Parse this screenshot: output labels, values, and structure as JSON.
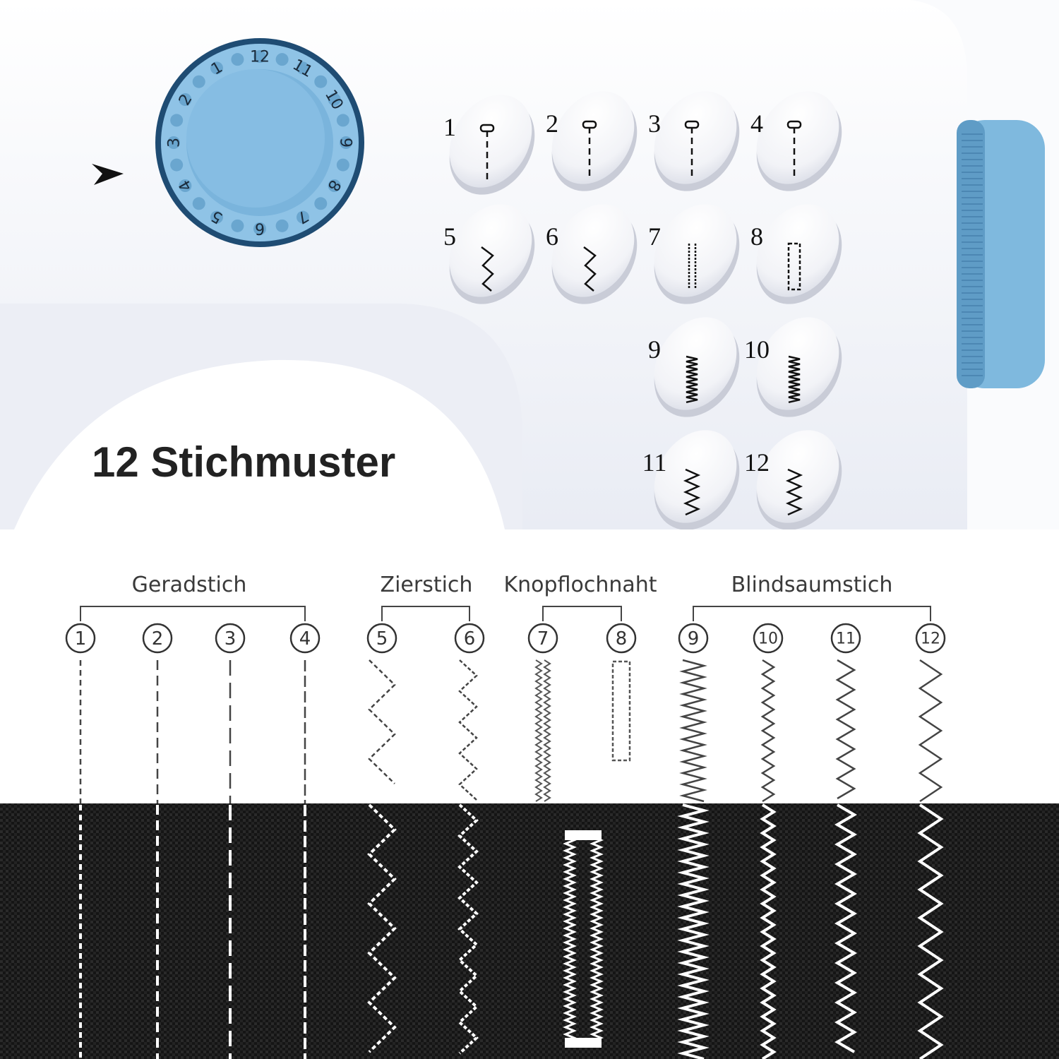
{
  "title": "12 Stichmuster",
  "dial": {
    "numbers": [
      "1",
      "2",
      "3",
      "4",
      "5",
      "6",
      "7",
      "8",
      "9",
      "10",
      "11",
      "12"
    ]
  },
  "panel": {
    "buttons": [
      {
        "number": "1",
        "icon": "straight-stitch-icon"
      },
      {
        "number": "2",
        "icon": "straight-stitch-icon"
      },
      {
        "number": "3",
        "icon": "straight-stitch-icon"
      },
      {
        "number": "4",
        "icon": "straight-stitch-icon"
      },
      {
        "number": "5",
        "icon": "decorative-stitch-icon"
      },
      {
        "number": "6",
        "icon": "decorative-stitch-icon"
      },
      {
        "number": "7",
        "icon": "buttonhole-stitch-icon"
      },
      {
        "number": "8",
        "icon": "buttonhole-outline-icon"
      },
      {
        "number": "9",
        "icon": "blind-hem-stitch-icon"
      },
      {
        "number": "10",
        "icon": "blind-hem-stitch-icon"
      },
      {
        "number": "11",
        "icon": "zigzag-stitch-icon"
      },
      {
        "number": "12",
        "icon": "zigzag-stitch-icon"
      }
    ]
  },
  "groups": [
    {
      "label": "Geradstich",
      "numbers": [
        "1",
        "2",
        "3",
        "4"
      ]
    },
    {
      "label": "Zierstich",
      "numbers": [
        "5",
        "6"
      ]
    },
    {
      "label": "Knopflochnaht",
      "numbers": [
        "7",
        "8"
      ]
    },
    {
      "label": "Blindsaumstich",
      "numbers": [
        "9",
        "10",
        "11",
        "12"
      ]
    }
  ],
  "stitch_numbers": [
    "1",
    "2",
    "3",
    "4",
    "5",
    "6",
    "7",
    "8",
    "9",
    "10",
    "11",
    "12"
  ],
  "colors": {
    "machine_body": "#f3f5fa",
    "accent_blue": "#7fb9de",
    "dial_dark": "#1f4c73",
    "fabric": "#121212",
    "stitch_white": "#ffffff",
    "ink": "#333333"
  }
}
